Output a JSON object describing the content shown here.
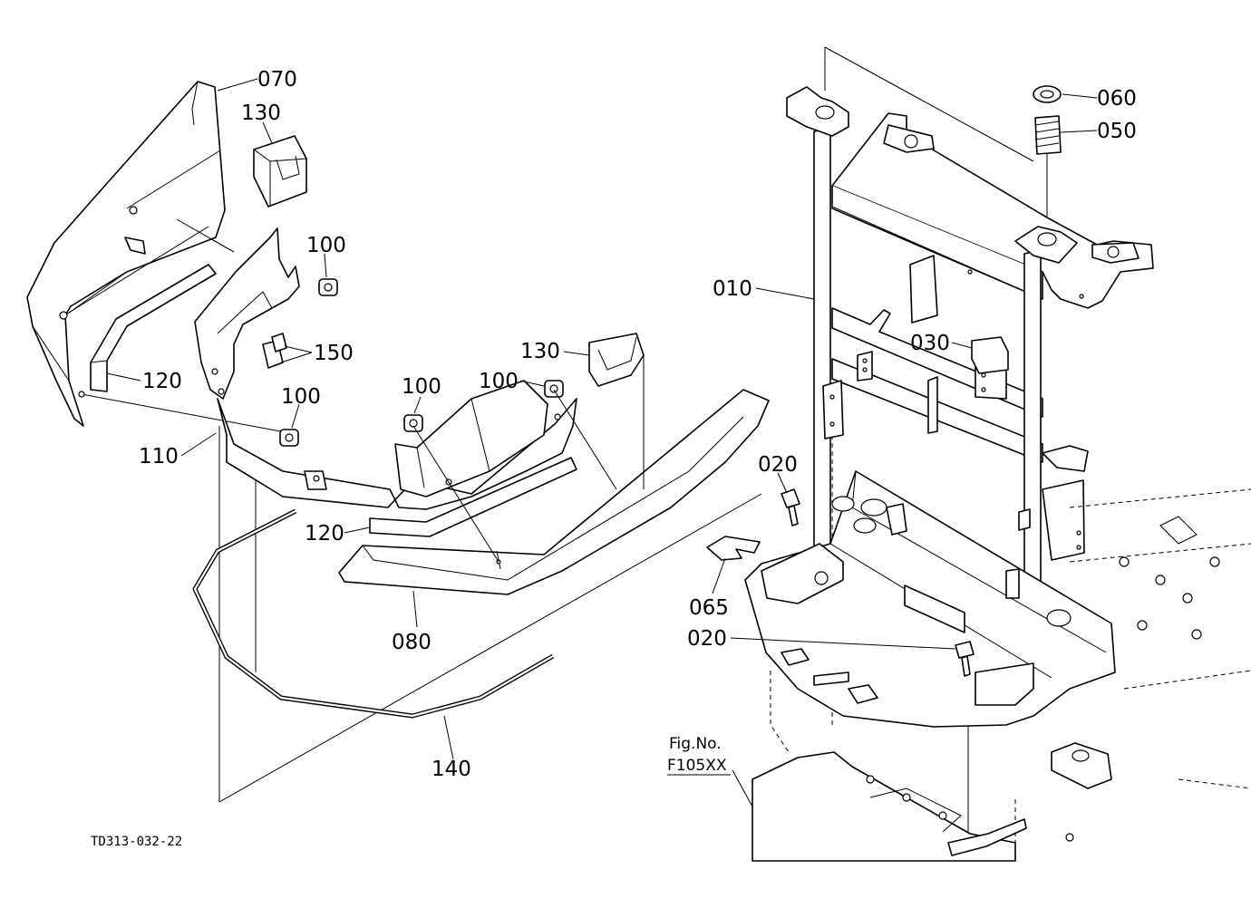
{
  "callouts": {
    "c070": "070",
    "c130a": "130",
    "c100a": "100",
    "c150": "150",
    "c120a": "120",
    "c100b": "100",
    "c110": "110",
    "c100c": "100",
    "c100d": "100",
    "c130b": "130",
    "c120b": "120",
    "c080": "080",
    "c140": "140",
    "c010": "010",
    "c060": "060",
    "c050": "050",
    "c030": "030",
    "c020a": "020",
    "c065": "065",
    "c020b": "020"
  },
  "figure_ref": {
    "line1": "Fig.No.",
    "line2": "F105XX"
  },
  "drawing_code": "TD313-032-22"
}
